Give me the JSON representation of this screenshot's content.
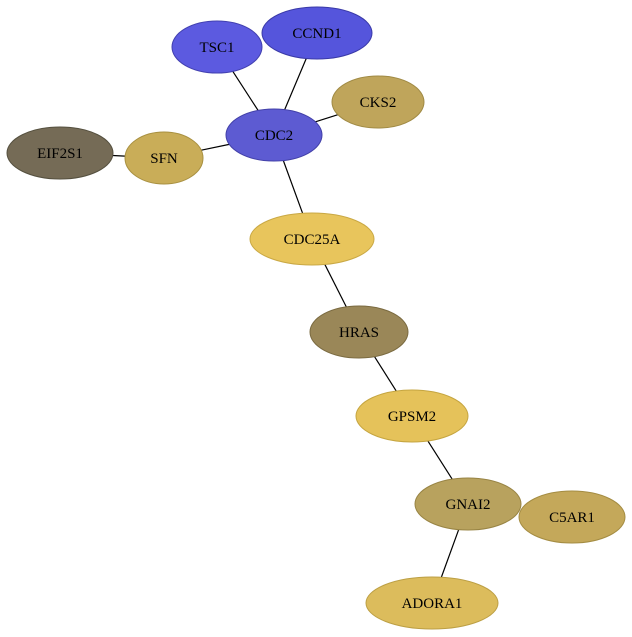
{
  "graph": {
    "nodes": [
      {
        "id": "TSC1",
        "label": "TSC1",
        "fill": "#5c5ae0",
        "stroke": "#4240b0"
      },
      {
        "id": "CCND1",
        "label": "CCND1",
        "fill": "#5555dc",
        "stroke": "#3a3aa8"
      },
      {
        "id": "CKS2",
        "label": "CKS2",
        "fill": "#bfa55b",
        "stroke": "#a08a44"
      },
      {
        "id": "CDC2",
        "label": "CDC2",
        "fill": "#5d5bd2",
        "stroke": "#4240a8"
      },
      {
        "id": "EIF2S1",
        "label": "EIF2S1",
        "fill": "#756b56",
        "stroke": "#55503f"
      },
      {
        "id": "SFN",
        "label": "SFN",
        "fill": "#c9ad58",
        "stroke": "#a89040"
      },
      {
        "id": "CDC25A",
        "label": "CDC25A",
        "fill": "#e8c55c",
        "stroke": "#c9a844"
      },
      {
        "id": "HRAS",
        "label": "HRAS",
        "fill": "#9a8758",
        "stroke": "#7a6a40"
      },
      {
        "id": "GPSM2",
        "label": "GPSM2",
        "fill": "#e5c25a",
        "stroke": "#c5a540"
      },
      {
        "id": "GNAI2",
        "label": "GNAI2",
        "fill": "#b8a25e",
        "stroke": "#988444"
      },
      {
        "id": "C5AR1",
        "label": "C5AR1",
        "fill": "#c4a85a",
        "stroke": "#a48c42"
      },
      {
        "id": "ADORA1",
        "label": "ADORA1",
        "fill": "#dcbc5c",
        "stroke": "#bc9f44"
      }
    ],
    "edges": [
      [
        "TSC1",
        "CDC2"
      ],
      [
        "CCND1",
        "CDC2"
      ],
      [
        "CKS2",
        "CDC2"
      ],
      [
        "SFN",
        "CDC2"
      ],
      [
        "EIF2S1",
        "SFN"
      ],
      [
        "CDC2",
        "CDC25A"
      ],
      [
        "CDC25A",
        "HRAS"
      ],
      [
        "HRAS",
        "GPSM2"
      ],
      [
        "GPSM2",
        "GNAI2"
      ],
      [
        "GNAI2",
        "ADORA1"
      ]
    ]
  }
}
